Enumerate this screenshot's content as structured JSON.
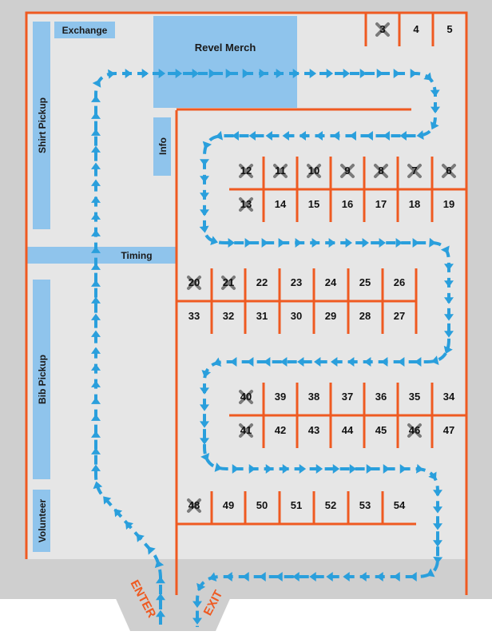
{
  "colors": {
    "wall": "#ef5a21",
    "floor": "#e6e6e6",
    "outside": "#cfcfcf",
    "zone": "#8fc4ec",
    "arrow": "#2a9fdc",
    "cross": "#7a7a7a",
    "text": "#111111"
  },
  "labels": {
    "exchange": "Exchange",
    "revel_merch": "Revel Merch",
    "shirt_pickup": "Shirt Pickup",
    "info": "Info",
    "timing": "Timing",
    "bib_pickup": "Bib Pickup",
    "volunteer": "Volunteer",
    "enter": "ENTER",
    "exit": "EXIT"
  },
  "booths": {
    "row_a": [
      "3",
      "4",
      "5"
    ],
    "row_b_top": [
      "12",
      "11",
      "10",
      "9",
      "8",
      "7",
      "6"
    ],
    "row_b_bottom": [
      "13",
      "14",
      "15",
      "16",
      "17",
      "18",
      "19"
    ],
    "row_c_top": [
      "20",
      "21",
      "22",
      "23",
      "24",
      "25",
      "26"
    ],
    "row_c_bottom": [
      "33",
      "32",
      "31",
      "30",
      "29",
      "28",
      "27"
    ],
    "row_d_top": [
      "40",
      "39",
      "38",
      "37",
      "36",
      "35",
      "34"
    ],
    "row_d_bottom": [
      "41",
      "42",
      "43",
      "44",
      "45",
      "46",
      "47"
    ],
    "row_e": [
      "48",
      "49",
      "50",
      "51",
      "52",
      "53",
      "54"
    ]
  },
  "closed_booths": [
    "3",
    "6",
    "7",
    "8",
    "9",
    "10",
    "11",
    "12",
    "13",
    "20",
    "21",
    "40",
    "41",
    "46",
    "48"
  ],
  "icons": {
    "closed": "x-mark-icon",
    "flow": "arrow-icon"
  }
}
